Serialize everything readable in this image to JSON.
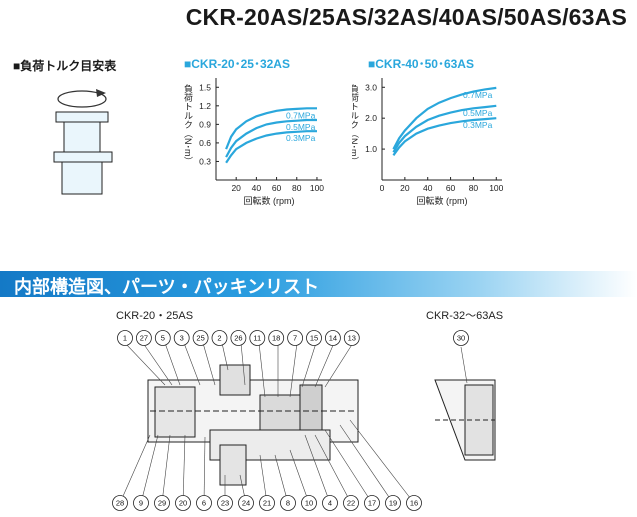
{
  "header": {
    "model_title": "CKR-20AS/25AS/32AS/40AS/50AS/63AS",
    "torque_heading": "■負荷トルク目安表"
  },
  "chart_data": [
    {
      "type": "line",
      "title": "■CKR-20･25･32AS",
      "xlabel": "回転数 (rpm)",
      "ylabel": "負荷トルク（N･m）",
      "x_ticks": [
        20,
        40,
        60,
        80,
        100
      ],
      "y_ticks": [
        0.3,
        0.6,
        0.9,
        1.2,
        1.5
      ],
      "xlim": [
        0,
        105
      ],
      "ylim": [
        0,
        1.65
      ],
      "series": [
        {
          "name": "0.7MPa",
          "x": [
            10,
            15,
            20,
            30,
            40,
            50,
            60,
            70,
            80,
            90,
            100
          ],
          "y": [
            0.5,
            0.7,
            0.82,
            0.95,
            1.03,
            1.08,
            1.12,
            1.14,
            1.15,
            1.16,
            1.16
          ]
        },
        {
          "name": "0.5MPa",
          "x": [
            10,
            15,
            20,
            30,
            40,
            50,
            60,
            70,
            80,
            90,
            100
          ],
          "y": [
            0.37,
            0.52,
            0.63,
            0.75,
            0.84,
            0.9,
            0.93,
            0.95,
            0.96,
            0.97,
            0.97
          ]
        },
        {
          "name": "0.3MPa",
          "x": [
            10,
            15,
            20,
            30,
            40,
            50,
            60,
            70,
            80,
            90,
            100
          ],
          "y": [
            0.28,
            0.4,
            0.5,
            0.6,
            0.67,
            0.72,
            0.75,
            0.77,
            0.78,
            0.79,
            0.79
          ]
        }
      ]
    },
    {
      "type": "line",
      "title": "■CKR-40･50･63AS",
      "xlabel": "回転数 (rpm)",
      "ylabel": "負荷トルク（N･m）",
      "x_ticks": [
        0,
        20,
        40,
        60,
        80,
        100
      ],
      "y_ticks": [
        1.0,
        2.0,
        3.0
      ],
      "xlim": [
        0,
        105
      ],
      "ylim": [
        0,
        3.3
      ],
      "series": [
        {
          "name": "0.7MPa",
          "x": [
            10,
            15,
            20,
            30,
            40,
            50,
            60,
            70,
            80,
            90,
            100
          ],
          "y": [
            1.0,
            1.35,
            1.6,
            2.0,
            2.3,
            2.5,
            2.65,
            2.77,
            2.86,
            2.93,
            2.98
          ]
        },
        {
          "name": "0.5MPa",
          "x": [
            10,
            15,
            20,
            30,
            40,
            50,
            60,
            70,
            80,
            90,
            100
          ],
          "y": [
            0.9,
            1.2,
            1.42,
            1.72,
            1.94,
            2.08,
            2.18,
            2.26,
            2.32,
            2.36,
            2.4
          ]
        },
        {
          "name": "0.3MPa",
          "x": [
            10,
            15,
            20,
            30,
            40,
            50,
            60,
            70,
            80,
            90,
            100
          ],
          "y": [
            0.8,
            1.05,
            1.25,
            1.5,
            1.66,
            1.76,
            1.84,
            1.9,
            1.94,
            1.97,
            2.0
          ]
        }
      ]
    }
  ],
  "section": {
    "title": "内部構造図、パーツ・パッキンリスト",
    "variant_a": "CKR-20・25AS",
    "variant_b": "CKR-32～63AS"
  },
  "balloons": {
    "top_row": [
      "1",
      "27",
      "5",
      "3",
      "25",
      "2",
      "26",
      "11",
      "18",
      "7",
      "15",
      "14",
      "13"
    ],
    "bottom_row": [
      "28",
      "9",
      "29",
      "20",
      "6",
      "23",
      "24",
      "21",
      "8",
      "10",
      "4",
      "22",
      "17",
      "19",
      "16"
    ],
    "variant_b": [
      "30"
    ]
  },
  "colors": {
    "accent": "#2aa7dc",
    "section_bar": "#1479c6"
  }
}
